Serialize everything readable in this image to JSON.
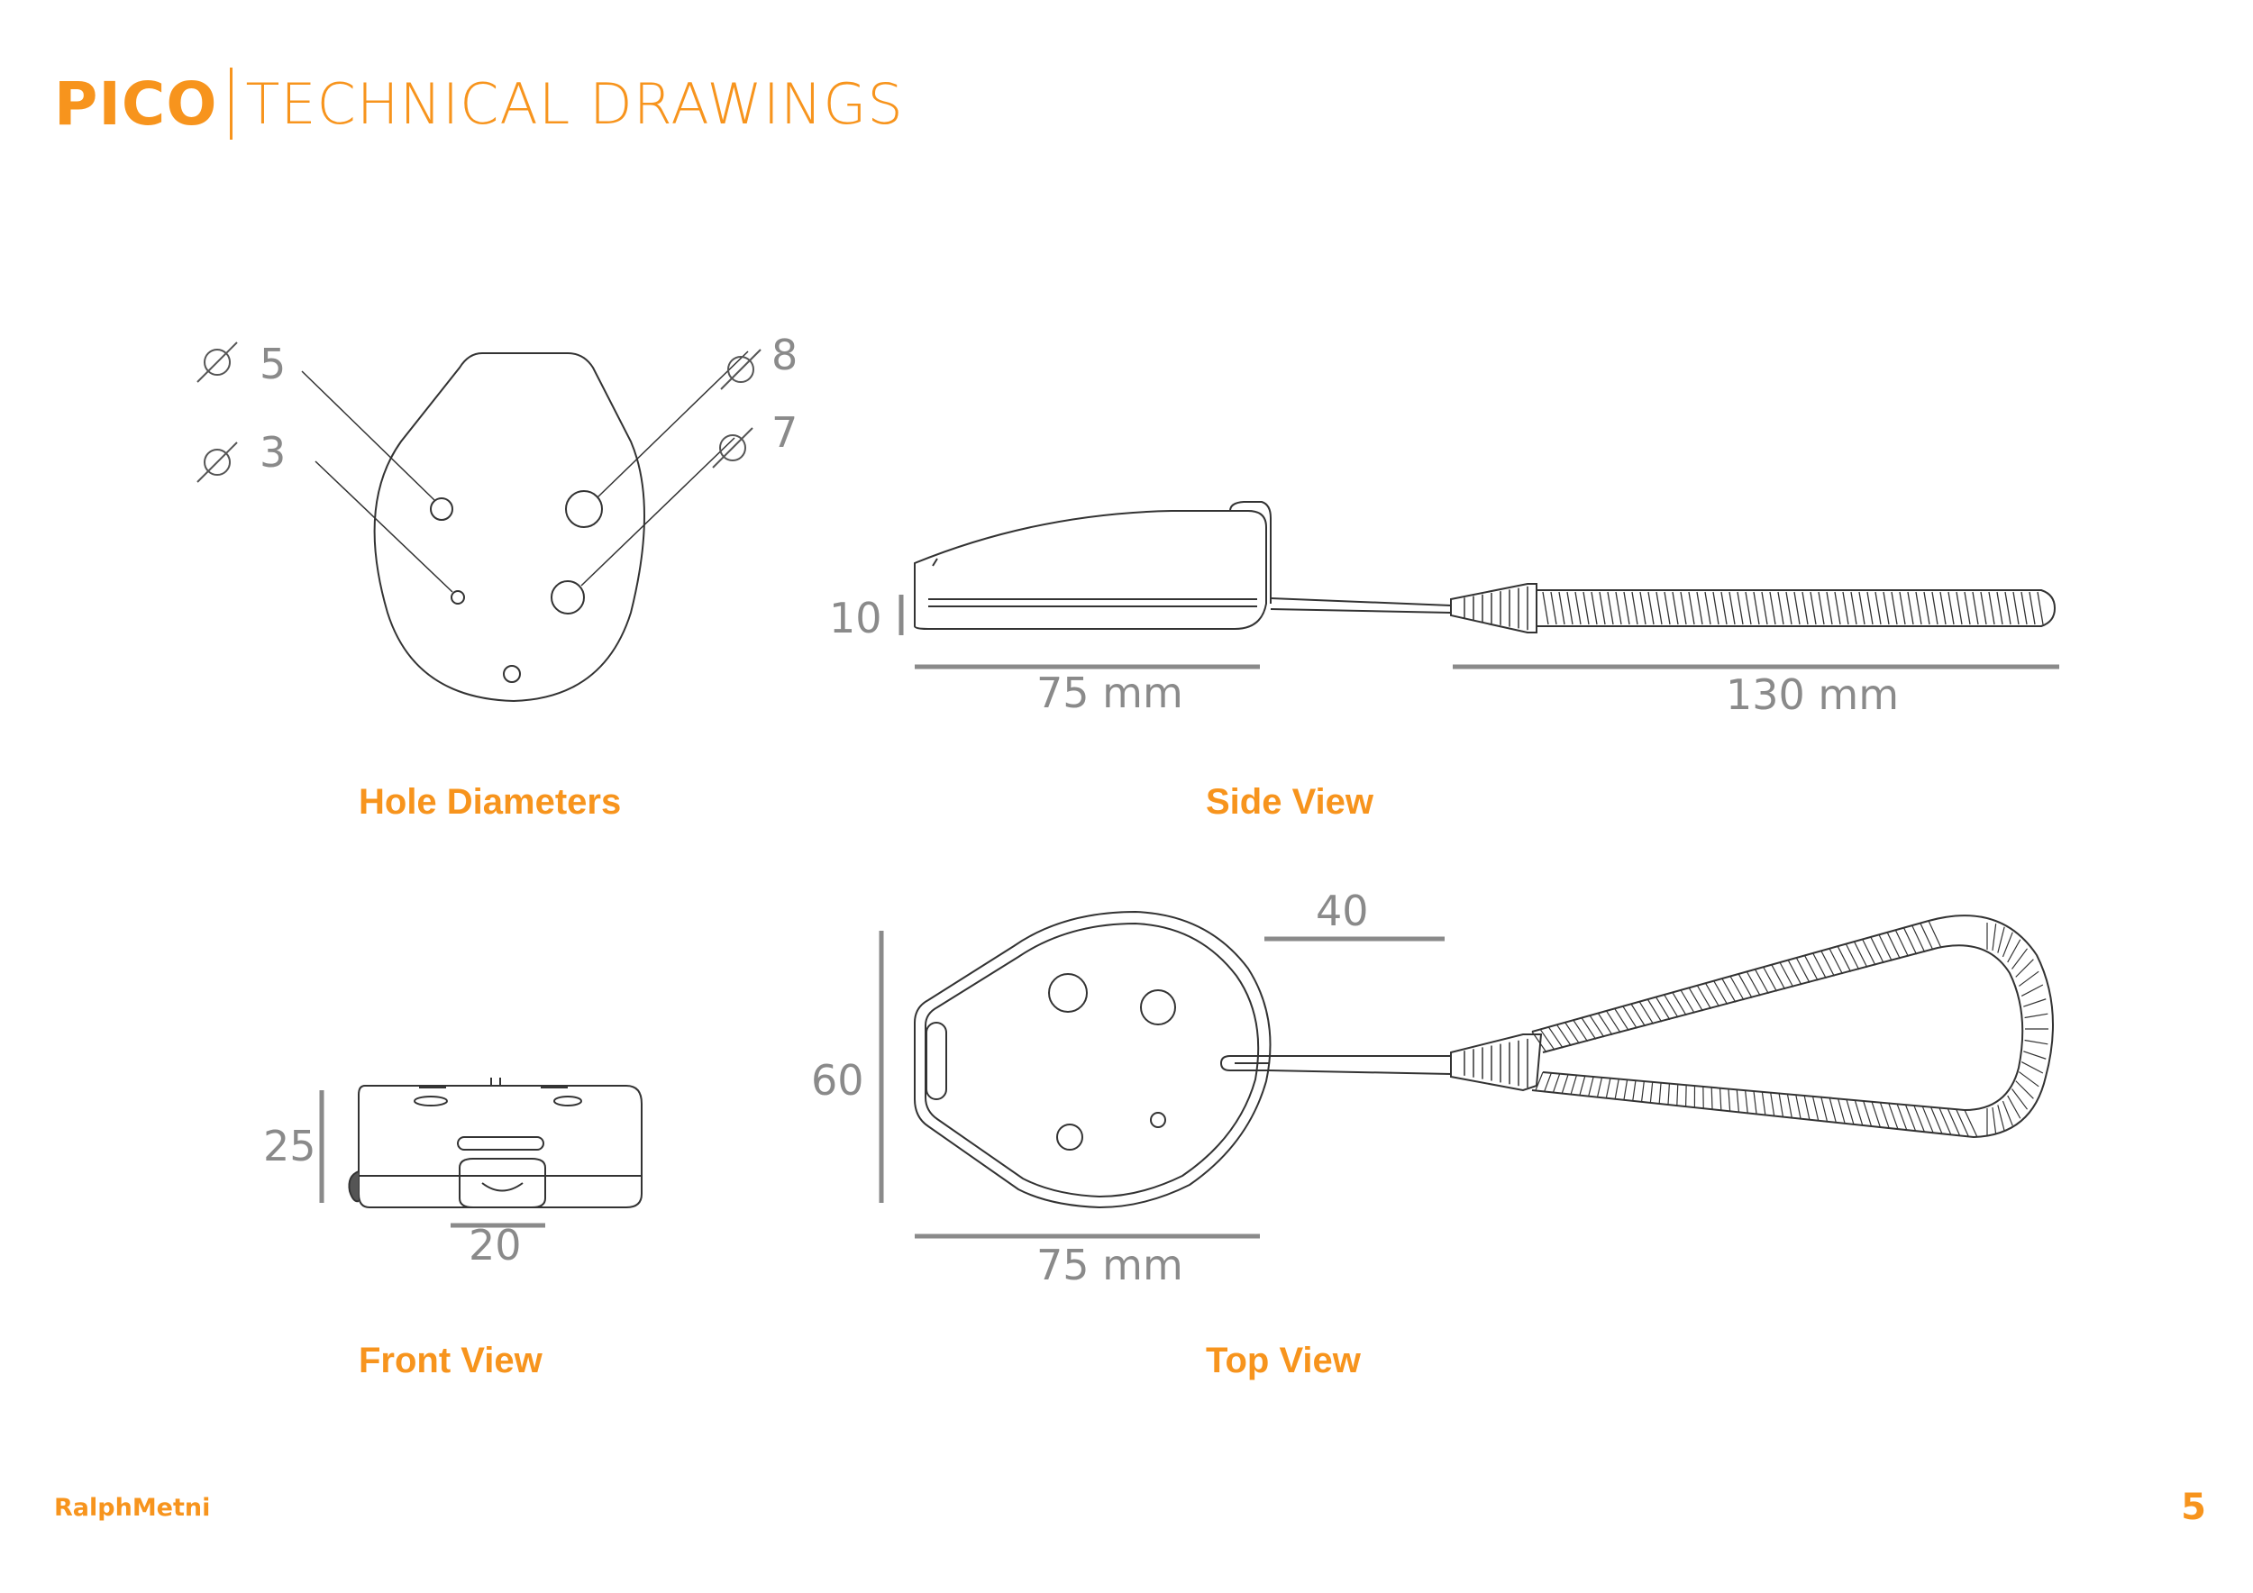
{
  "header": {
    "brand": "PICO",
    "subtitle": "TECHNICAL DRAWINGS"
  },
  "captions": {
    "hole_diameters": "Hole Diameters",
    "side_view": "Side View",
    "front_view": "Front View",
    "top_view": "Top View"
  },
  "hole_diameters": {
    "labels": [
      "5",
      "3",
      "8",
      "7"
    ]
  },
  "side_view": {
    "height": "10",
    "body_length": "75 mm",
    "strap_length": "130 mm"
  },
  "front_view": {
    "height": "25",
    "width": "20"
  },
  "top_view": {
    "strap_width": "40",
    "height": "60",
    "body_length": "75 mm"
  },
  "footer": {
    "author": "RalphMetni",
    "page_number": "5"
  },
  "colors": {
    "accent": "#f7941d",
    "dimension": "#8a8a8a",
    "line": "#333333"
  }
}
